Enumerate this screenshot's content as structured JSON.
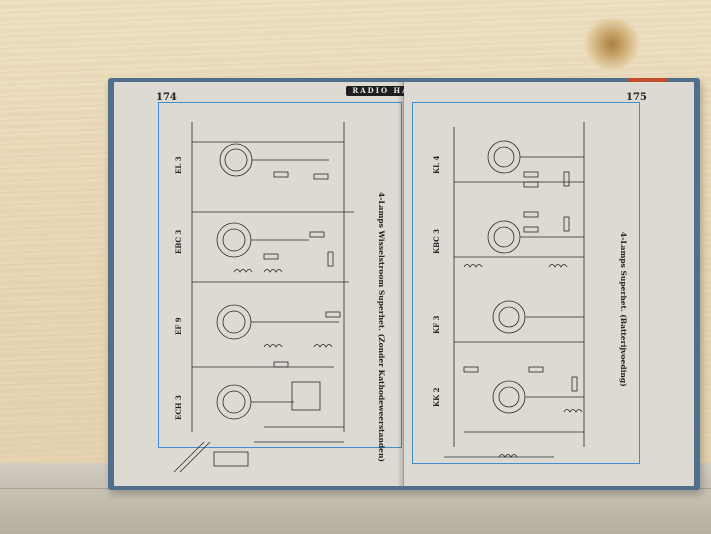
{
  "scene": {
    "description_tags": [
      "wood-wall",
      "shelf",
      "open-book",
      "schematics"
    ]
  },
  "book": {
    "header": "RADIO HANDBOEK",
    "left_page": {
      "number": "174",
      "tubes": [
        "EL 3",
        "EBC 3",
        "EF 9",
        "ECH 3"
      ],
      "caption": "4-Lamps Wisselstroom Superhet. (Zonder Kathodeweerstanden)"
    },
    "right_page": {
      "number": "175",
      "tubes": [
        "KL 4",
        "KBC 3",
        "KF 3",
        "KK 2"
      ],
      "caption": "4-Lamps Superhet. (Batterijvoeding)"
    }
  },
  "colors": {
    "frame": "#3f8fcf",
    "cover": "#4f6f8a",
    "page": "#dcdad2",
    "ink": "#2a2a2a"
  }
}
